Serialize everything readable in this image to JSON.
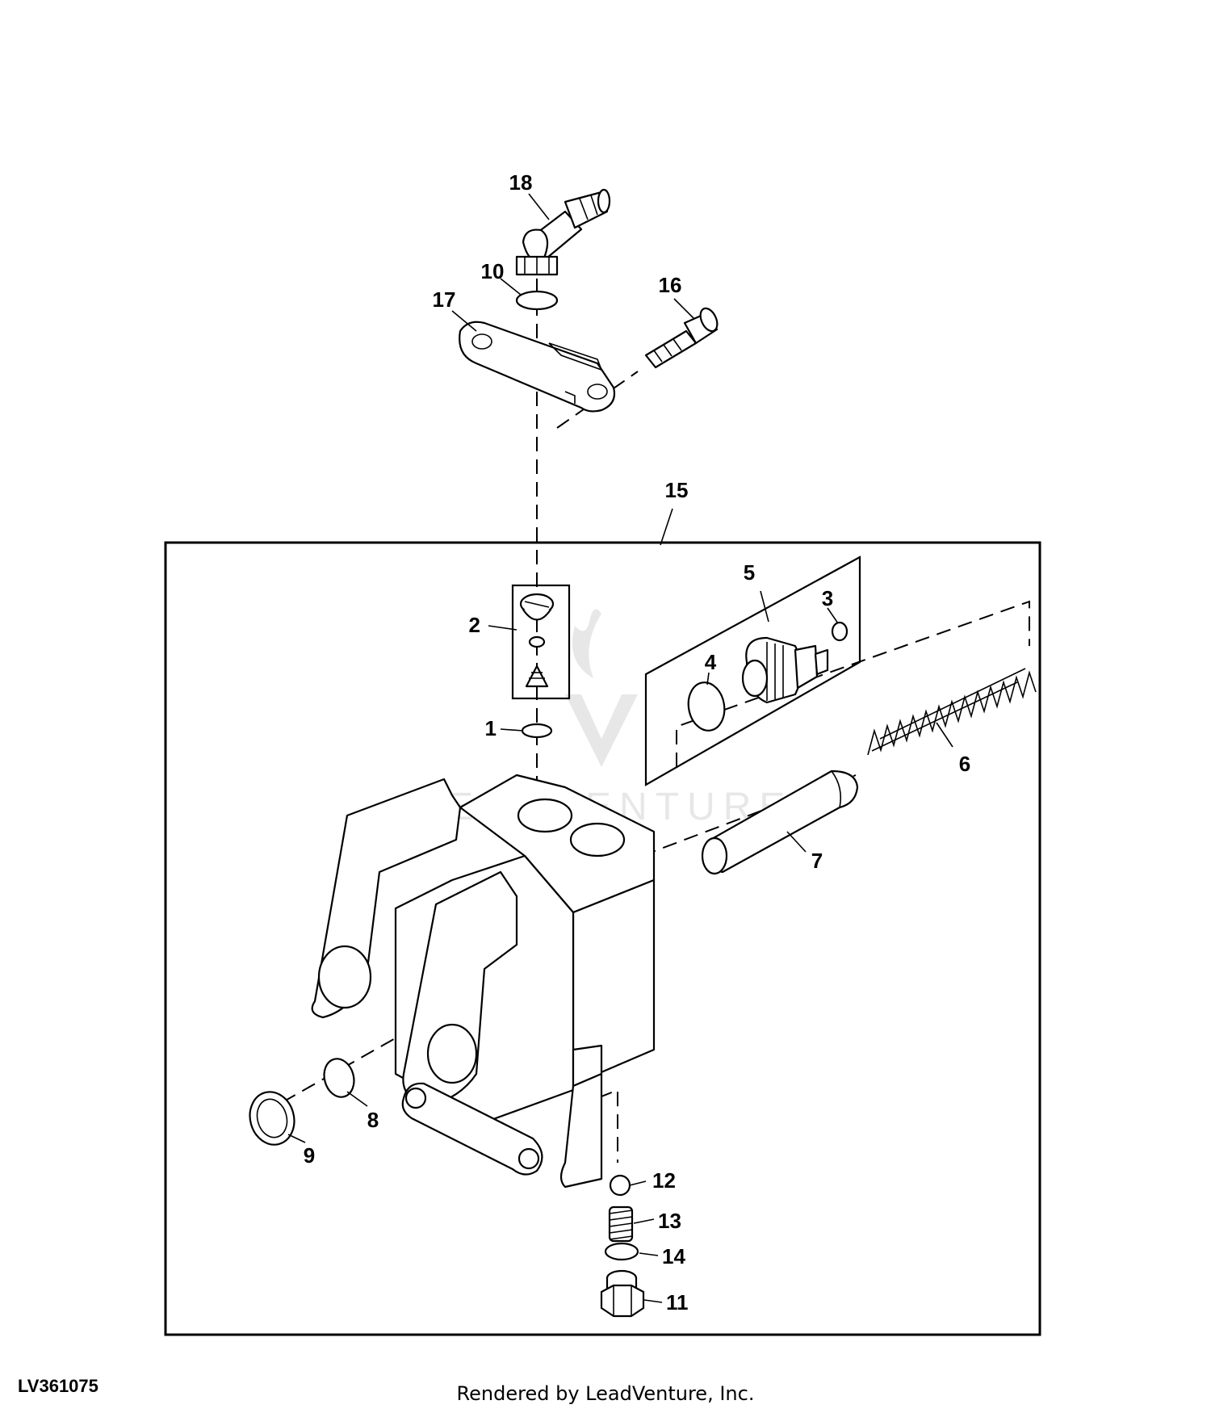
{
  "diagram": {
    "document_id": "LV361075",
    "credit": "Rendered by LeadVenture, Inc.",
    "watermark": "LEADVENTURE",
    "callouts": [
      {
        "id": "c1",
        "text": "1"
      },
      {
        "id": "c2",
        "text": "2"
      },
      {
        "id": "c3",
        "text": "3"
      },
      {
        "id": "c4",
        "text": "4"
      },
      {
        "id": "c5",
        "text": "5"
      },
      {
        "id": "c6",
        "text": "6"
      },
      {
        "id": "c7",
        "text": "7"
      },
      {
        "id": "c8",
        "text": "8"
      },
      {
        "id": "c9",
        "text": "9"
      },
      {
        "id": "c10",
        "text": "10"
      },
      {
        "id": "c11",
        "text": "11"
      },
      {
        "id": "c12",
        "text": "12"
      },
      {
        "id": "c13",
        "text": "13"
      },
      {
        "id": "c14",
        "text": "14"
      },
      {
        "id": "c15",
        "text": "15"
      },
      {
        "id": "c16",
        "text": "16"
      },
      {
        "id": "c17",
        "text": "17"
      },
      {
        "id": "c18",
        "text": "18"
      }
    ]
  }
}
